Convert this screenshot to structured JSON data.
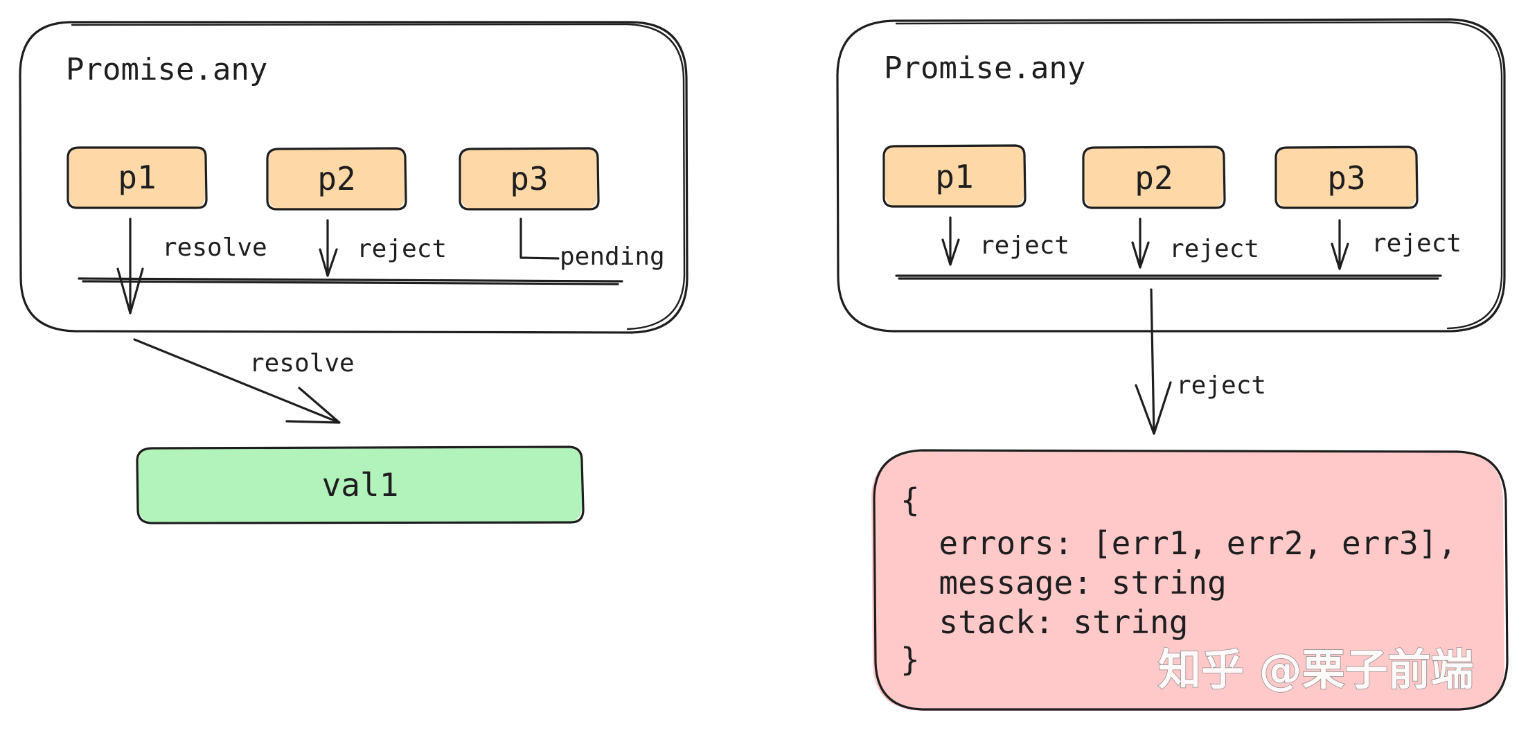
{
  "colors": {
    "ink": "#1e1e1e",
    "promise_fill": "#ffd8a8",
    "resolved_fill": "#b2f2bb",
    "rejected_fill": "#ffc9c9",
    "background": "#ffffff"
  },
  "left_panel": {
    "title": "Promise.any",
    "promises": [
      {
        "label": "p1",
        "state": "resolve"
      },
      {
        "label": "p2",
        "state": "reject"
      },
      {
        "label": "p3",
        "state": "pending"
      }
    ],
    "output_edge_label": "resolve",
    "result": "val1"
  },
  "right_panel": {
    "title": "Promise.any",
    "promises": [
      {
        "label": "p1",
        "state": "reject"
      },
      {
        "label": "p2",
        "state": "reject"
      },
      {
        "label": "p3",
        "state": "reject"
      }
    ],
    "output_edge_label": "reject",
    "error_object": {
      "open": "{",
      "lines": [
        "  errors: [err1, err2, err3],",
        "  message: string",
        "  stack: string"
      ],
      "close": "}"
    }
  },
  "watermark": "知乎 @栗子前端"
}
